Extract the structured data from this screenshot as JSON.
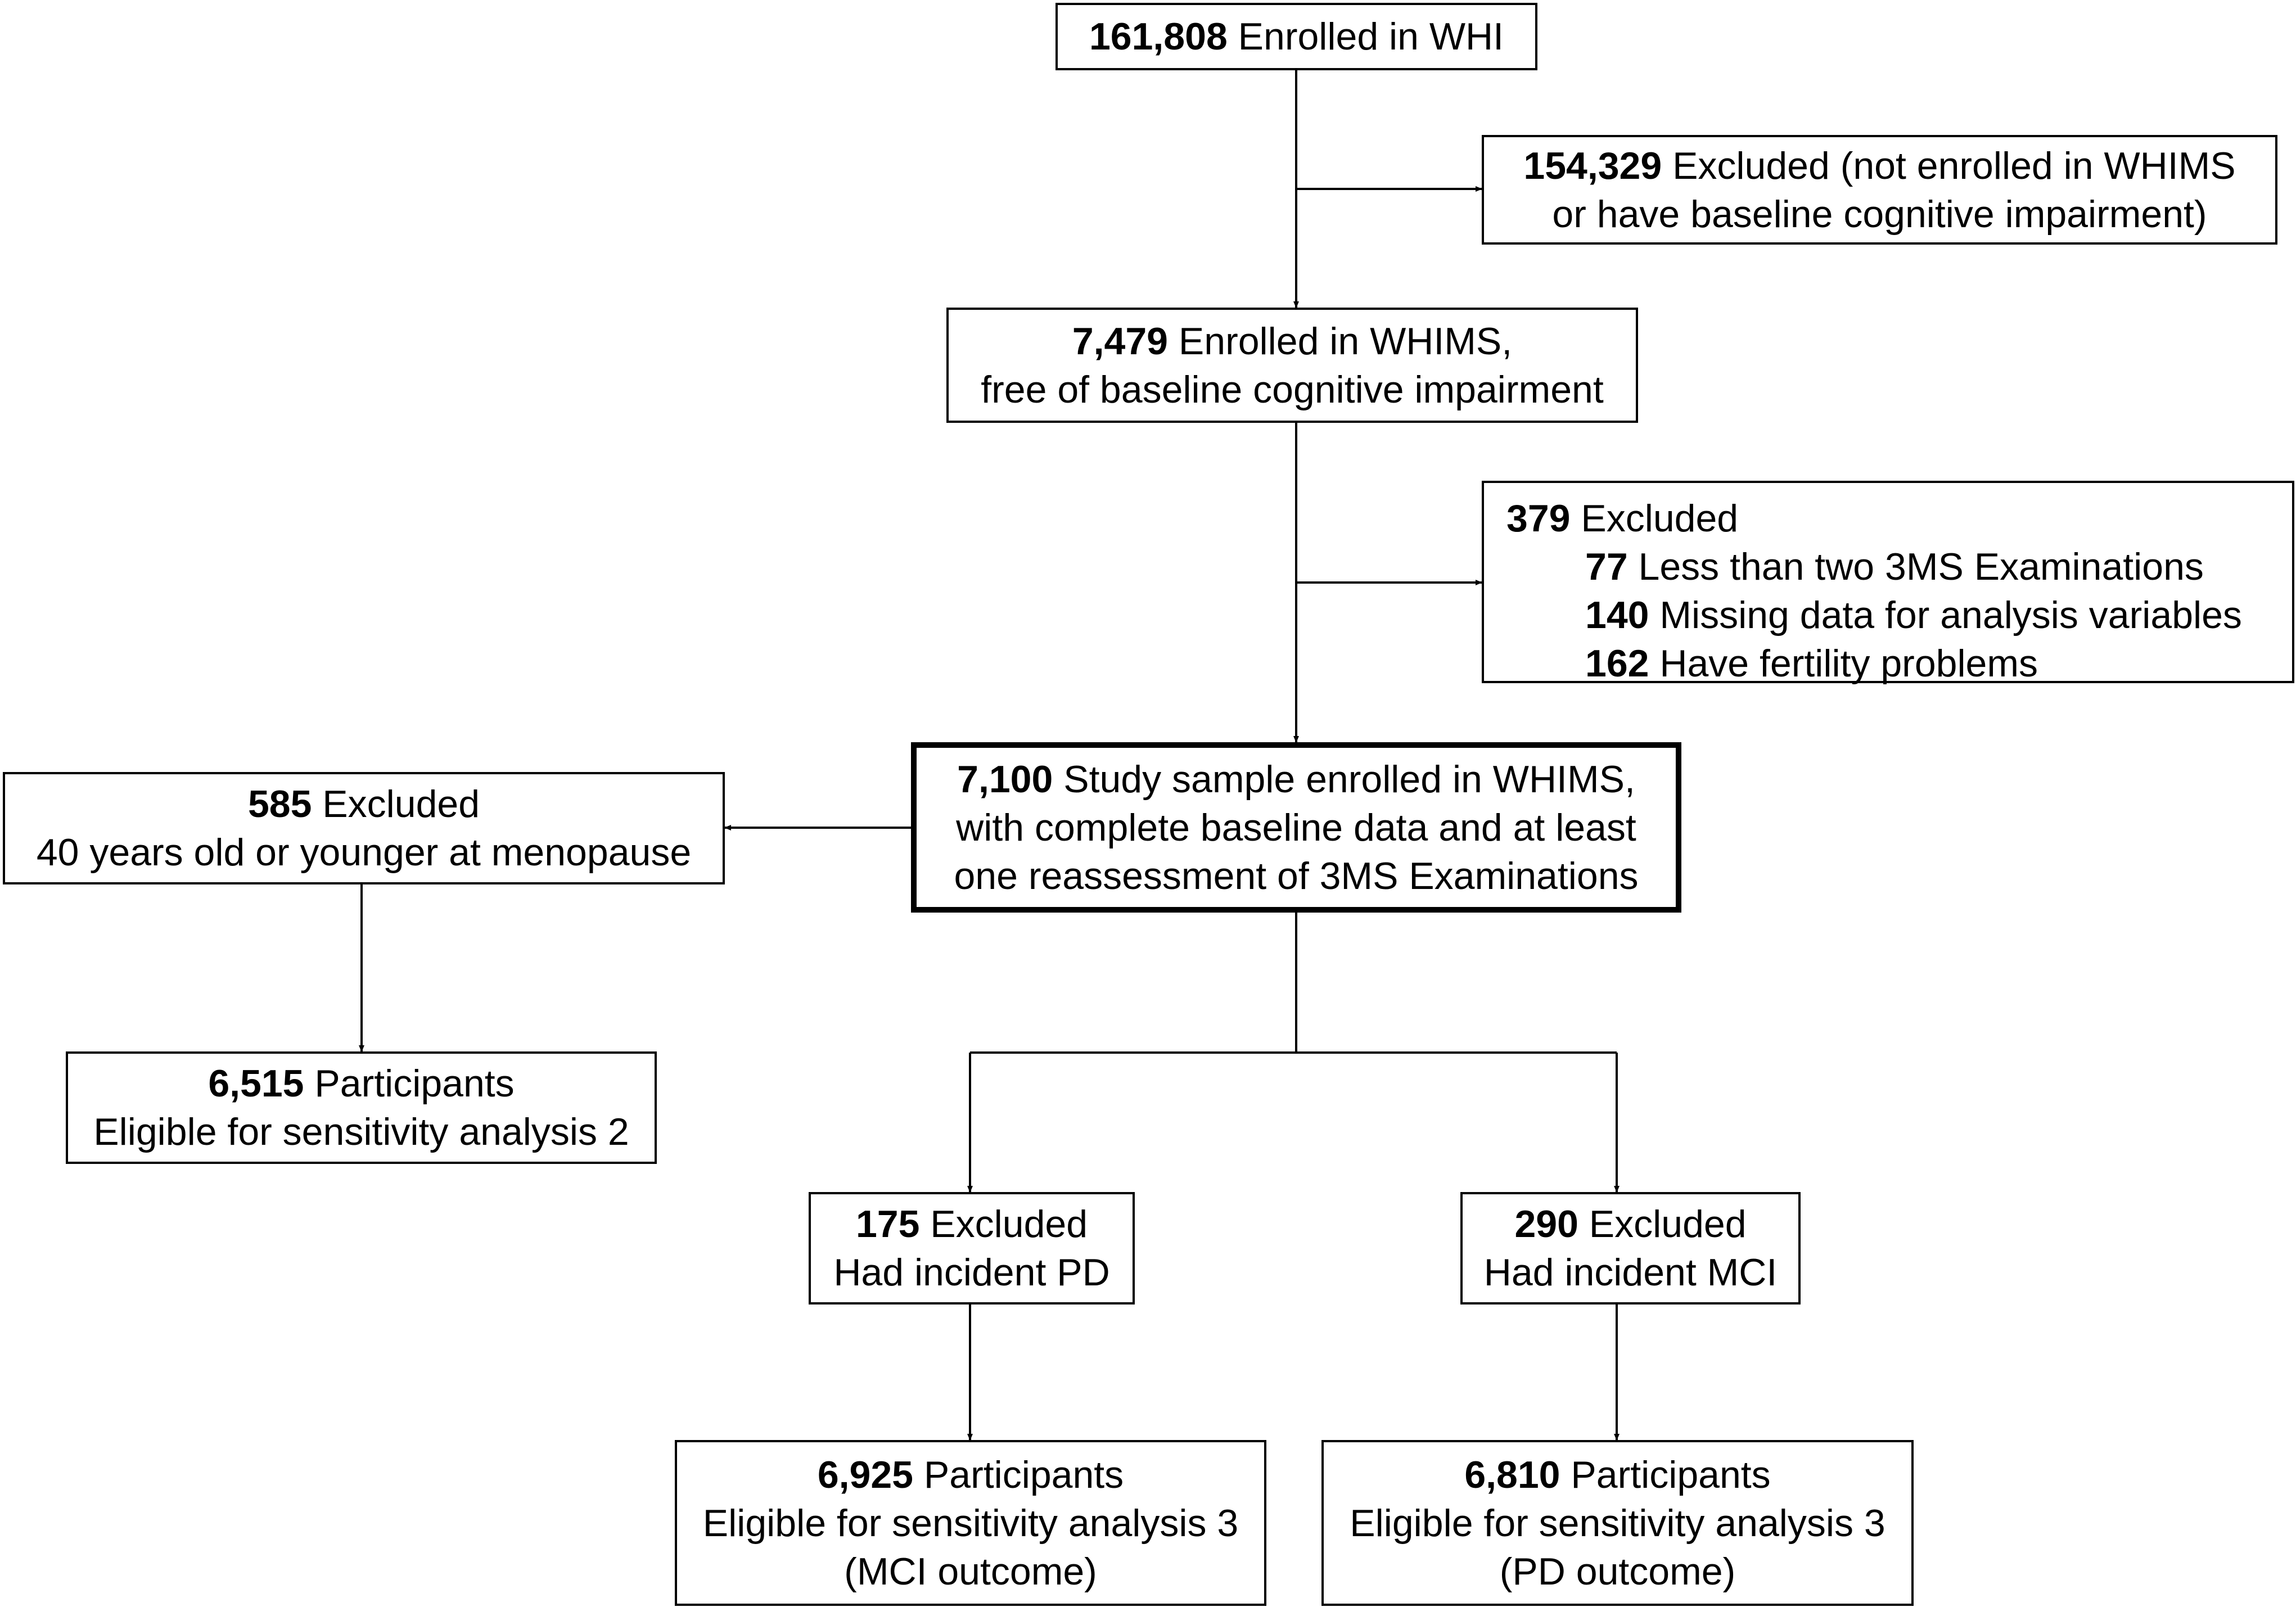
{
  "boxes": {
    "whi": {
      "lines": [
        {
          "num": "161,808",
          "text": " Enrolled in WHI"
        }
      ]
    },
    "excl1": {
      "lines": [
        {
          "num": "154,329",
          "text": " Excluded (not enrolled in WHIMS"
        },
        {
          "num": "",
          "text": "or have baseline cognitive impairment)"
        }
      ]
    },
    "whims": {
      "lines": [
        {
          "num": "7,479",
          "text": " Enrolled in WHIMS,"
        },
        {
          "num": "",
          "text": "free of baseline cognitive impairment"
        }
      ]
    },
    "excl2": {
      "head": {
        "num": "379",
        "text": " Excluded"
      },
      "items": [
        {
          "num": "77",
          "text": " Less than two 3MS Examinations"
        },
        {
          "num": "140",
          "text": " Missing data for analysis variables"
        },
        {
          "num": "162",
          "text": " Have fertility problems"
        }
      ]
    },
    "study": {
      "lines": [
        {
          "num": "7,100",
          "text": " Study sample enrolled in WHIMS,"
        },
        {
          "num": "",
          "text": "with complete baseline data and at least"
        },
        {
          "num": "",
          "text": "one reassessment of 3MS Examinations"
        }
      ]
    },
    "excl3": {
      "lines": [
        {
          "num": "585",
          "text": " Excluded"
        },
        {
          "num": "",
          "text": "40 years old or younger at menopause"
        }
      ]
    },
    "sens2": {
      "lines": [
        {
          "num": "6,515",
          "text": " Participants"
        },
        {
          "num": "",
          "text": "Eligible for sensitivity analysis 2"
        }
      ]
    },
    "exclPD": {
      "lines": [
        {
          "num": "175",
          "text": " Excluded"
        },
        {
          "num": "",
          "text": "Had incident PD"
        }
      ]
    },
    "exclMCI": {
      "lines": [
        {
          "num": "290",
          "text": " Excluded"
        },
        {
          "num": "",
          "text": "Had incident MCI"
        }
      ]
    },
    "sens3mci": {
      "lines": [
        {
          "num": "6,925",
          "text": " Participants"
        },
        {
          "num": "",
          "text": "Eligible for sensitivity analysis 3"
        },
        {
          "num": "",
          "text": "(MCI outcome)"
        }
      ]
    },
    "sens3pd": {
      "lines": [
        {
          "num": "6,810",
          "text": " Participants"
        },
        {
          "num": "",
          "text": "Eligible for sensitivity analysis 3"
        },
        {
          "num": "",
          "text": "(PD outcome)"
        }
      ]
    }
  }
}
